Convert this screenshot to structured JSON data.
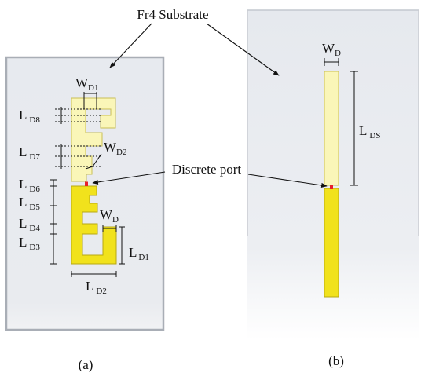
{
  "annotations": {
    "substrate": "Fr4 Substrate",
    "port": "Discrete port"
  },
  "panel_a": {
    "caption": "(a)",
    "labels": {
      "wd1": {
        "main": "W",
        "sub": "D1"
      },
      "wd2": {
        "main": "W",
        "sub": "D2"
      },
      "wd": {
        "main": "W",
        "sub": "D"
      },
      "ld8": {
        "main": "L",
        "sub": "D8"
      },
      "ld7": {
        "main": "L",
        "sub": "D7"
      },
      "ld6": {
        "main": "L",
        "sub": "D6"
      },
      "ld5": {
        "main": "L",
        "sub": "D5"
      },
      "ld4": {
        "main": "L",
        "sub": "D4"
      },
      "ld3": {
        "main": "L",
        "sub": "D3"
      },
      "ld1": {
        "main": "L",
        "sub": "D1"
      },
      "ld2": {
        "main": "L",
        "sub": "D2"
      }
    }
  },
  "panel_b": {
    "caption": "(b)",
    "labels": {
      "wd": {
        "main": "W",
        "sub": "D"
      },
      "lds": {
        "main": "L",
        "sub": "DS"
      }
    }
  },
  "colors": {
    "substrate_fill": "#e9ecf1",
    "substrate_edge": "#a9aeb6",
    "upper_arm": "#faf6b8",
    "lower_arm": "#f1e21c",
    "arm_edge": "#b7a812",
    "port": "#e8202a"
  }
}
